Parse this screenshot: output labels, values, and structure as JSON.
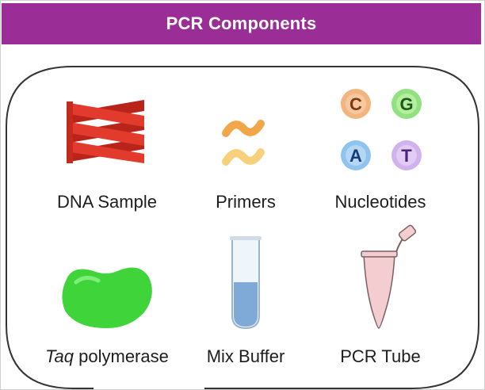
{
  "title": "PCR Components",
  "colors": {
    "title_bar": "#9b2e96",
    "dna": "#e23b2e",
    "primer_orange": "#f2a64a",
    "primer_yellow": "#f6d07a",
    "taq": "#3fd43a",
    "buffer": "#7fa9d6",
    "tube": "#f3cdd0"
  },
  "components": [
    {
      "icon": "dna-helix-icon",
      "label": "DNA Sample"
    },
    {
      "icon": "primers-icon",
      "label": "Primers"
    },
    {
      "icon": "nucleotides-icon",
      "label": "Nucleotides",
      "nucleotides": [
        {
          "letter": "C",
          "color": "#f1a86a",
          "text_color": "#7a3a12"
        },
        {
          "letter": "G",
          "color": "#7ddc6a",
          "text_color": "#1e5a17"
        },
        {
          "letter": "A",
          "color": "#7db8ea",
          "text_color": "#163d73"
        },
        {
          "letter": "T",
          "color": "#c8a5ea",
          "text_color": "#4a2480"
        }
      ]
    },
    {
      "icon": "taq-polymerase-icon",
      "label_italic": "Taq",
      "label_rest": " polymerase"
    },
    {
      "icon": "test-tube-icon",
      "label": "Mix Buffer"
    },
    {
      "icon": "pcr-tube-icon",
      "label": "PCR Tube"
    }
  ]
}
